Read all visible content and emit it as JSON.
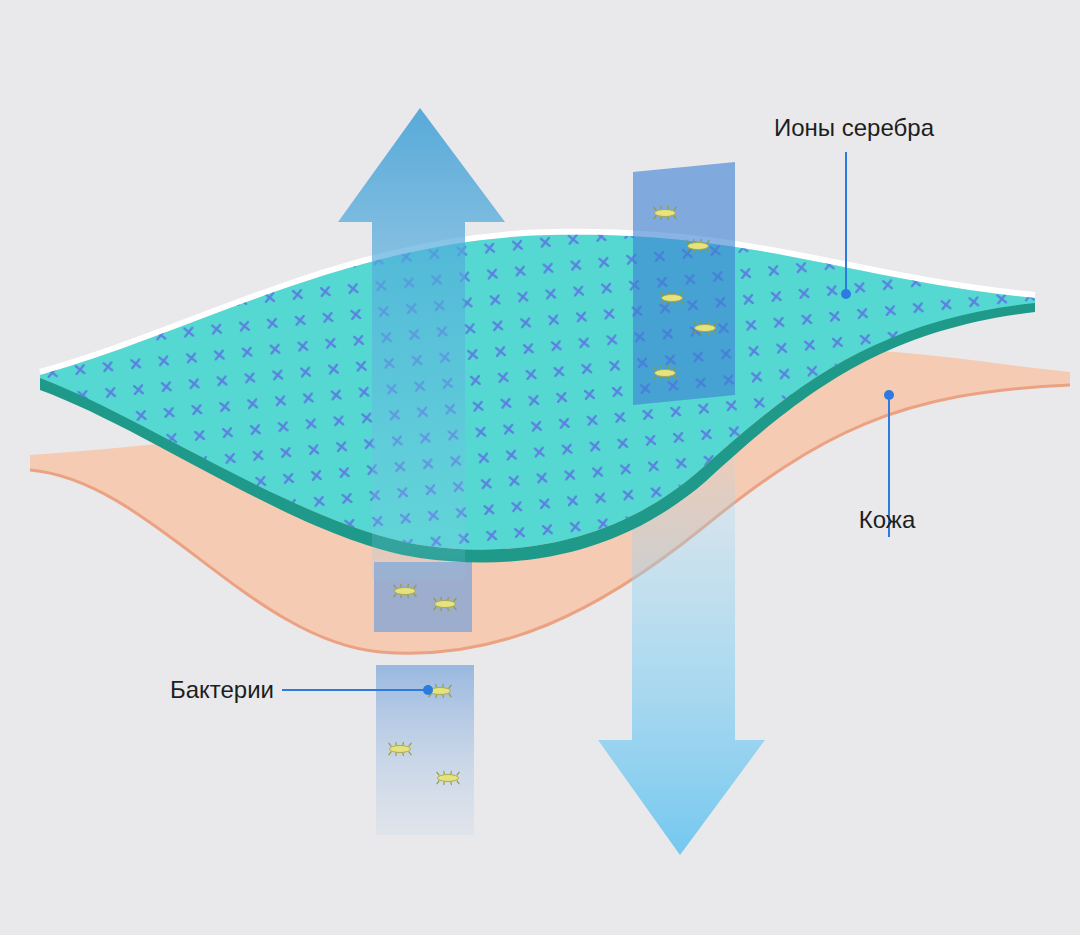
{
  "diagram": {
    "labels": [
      "Ионы серебра",
      "Кожа",
      "Бактерии"
    ]
  }
}
